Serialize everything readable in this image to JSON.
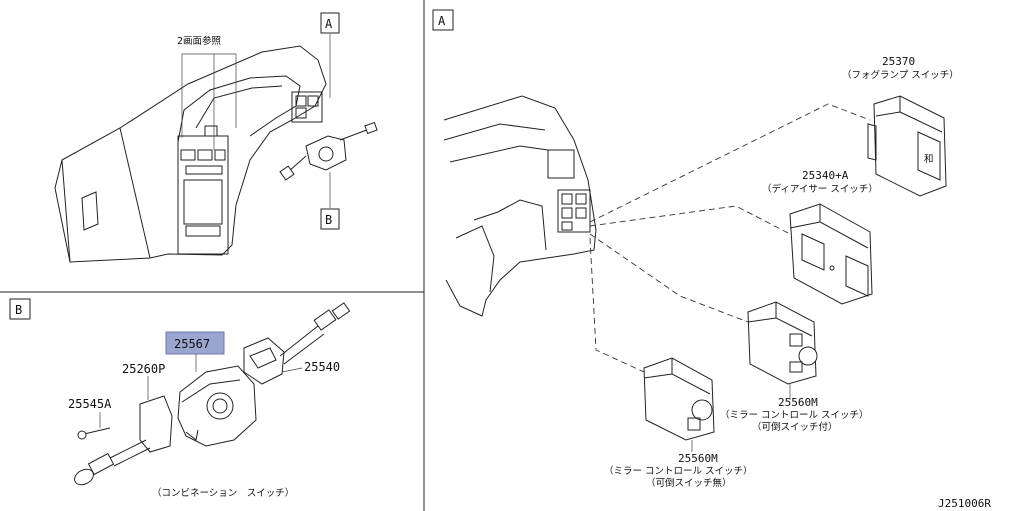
{
  "left_top": {
    "ref_label": "2画面参照",
    "callout_a": "A",
    "callout_b": "B"
  },
  "left_bottom": {
    "section_label": "B",
    "parts": {
      "p25567": "25567",
      "p25260P": "25260P",
      "p25545A": "25545A",
      "p25540": "25540"
    },
    "caption": "（コンビネーション　スイッチ）"
  },
  "right": {
    "section_label": "A",
    "parts": [
      {
        "number": "25370",
        "desc": "（フォグランプ スイッチ）"
      },
      {
        "number": "25340+A",
        "desc": "（ディアイサー スイッチ）"
      },
      {
        "number": "25560M",
        "desc": "（ミラー コントロール スイッチ）",
        "note": "（可倒スイッチ付）"
      },
      {
        "number": "25560M",
        "desc": "（ミラー コントロール スイッチ）",
        "note": "（可倒スイッチ無）"
      }
    ]
  },
  "diagram_code": "J251006R",
  "colors": {
    "highlight": "#9aa6cf",
    "line": "#222222"
  }
}
